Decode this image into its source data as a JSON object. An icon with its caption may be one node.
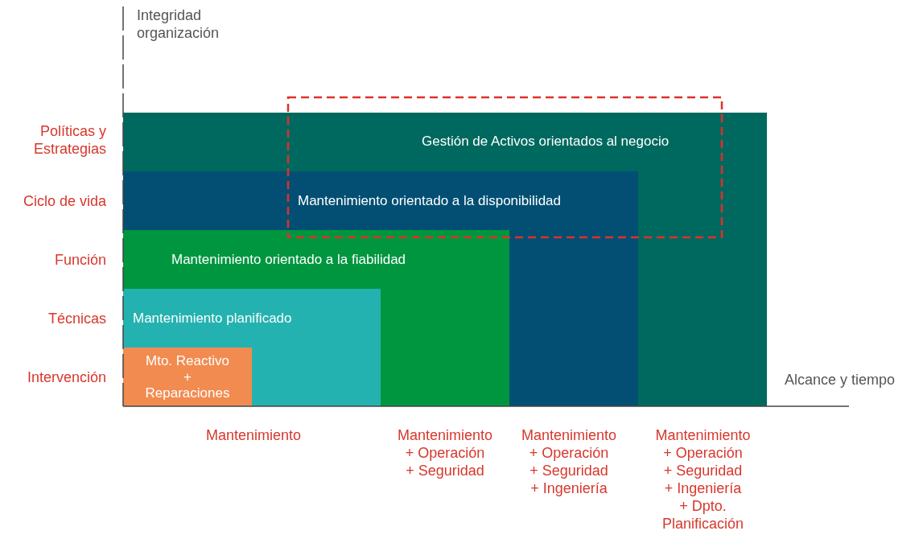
{
  "diagram": {
    "nodes": [
      {
        "text": [
          "Gestión de Activos orientados al negocio"
        ]
      },
      {
        "text": [
          "Mantenimiento orientado a la disponibilidad"
        ],
        "in": 0
      },
      {
        "text": [
          "Mantenimiento orientado a la fiabilidad"
        ],
        "in": 1
      },
      {
        "text": [
          "Mantenimiento planificado"
        ],
        "in": 2
      },
      {
        "text": [
          "Mto. Reactivo + Reparaciones"
        ],
        "in": 3
      }
    ],
    "edges": [],
    "labels": [
      "Integridad organización",
      "Políticas y Estrategias",
      "Ciclo de vida",
      "Función",
      "Técnicas",
      "Intervención",
      "Alcance y tiempo",
      "Mantenimiento",
      "Mantenimiento + Operación + Seguridad",
      "Mantenimiento + Operación + Seguridad + Ingeniería",
      "Mantenimiento + Operación + Seguridad + Ingeniería + Dpto. Planificación"
    ]
  }
}
